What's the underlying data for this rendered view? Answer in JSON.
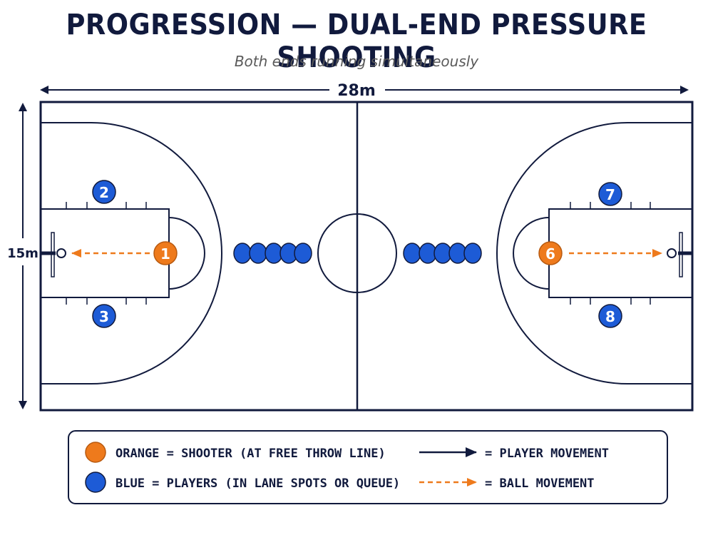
{
  "title": "PROGRESSION — DUAL-END PRESSURE SHOOTING",
  "subtitle": "Both ends running simultaneously",
  "dimensions": {
    "width_label": "28m",
    "height_label": "15m"
  },
  "colors": {
    "navy": "#111a3d",
    "orange": "#ee7a1c",
    "blue": "#1d5bd6"
  },
  "players": {
    "p1": "1",
    "p2": "2",
    "p3": "3",
    "p6": "6",
    "p7": "7",
    "p8": "8"
  },
  "legend": {
    "orange": "ORANGE = SHOOTER (AT FREE THROW LINE)",
    "blue": "BLUE = PLAYERS (IN LANE SPOTS OR QUEUE)",
    "player_movement": "= PLAYER MOVEMENT",
    "ball_movement": "= BALL MOVEMENT"
  }
}
